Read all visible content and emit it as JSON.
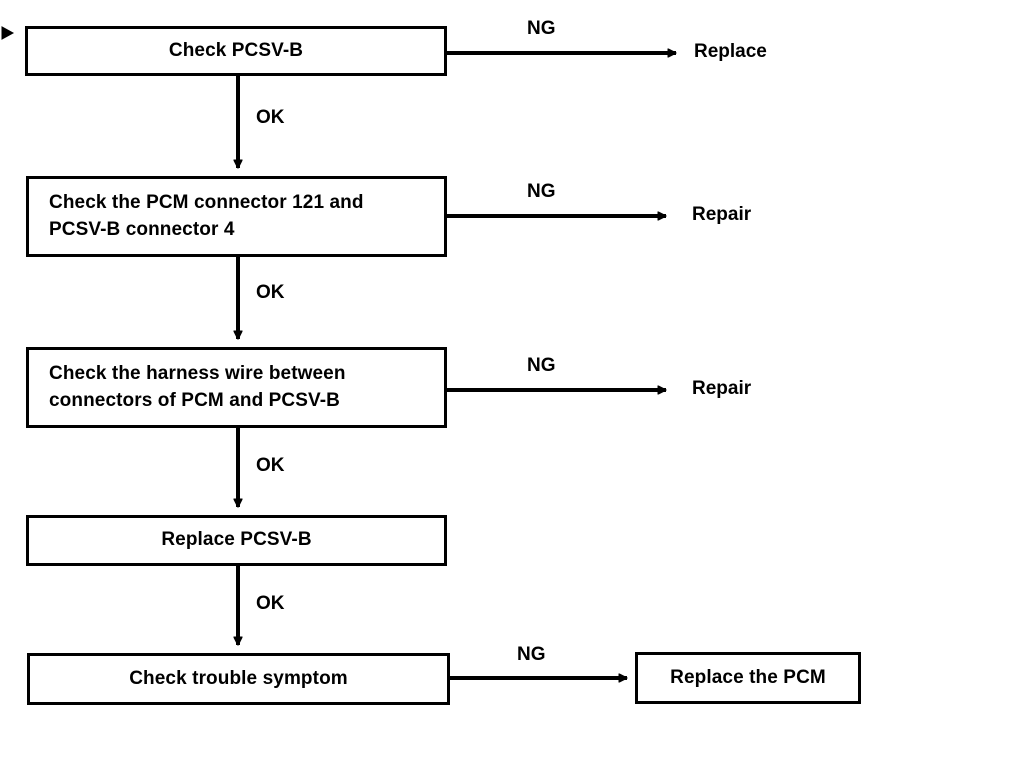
{
  "diagram": {
    "title": "PCSV-B troubleshooting flowchart",
    "stroke_color": "#000000",
    "background_color": "#ffffff"
  },
  "nodes": [
    {
      "id": "check-pcsv-b",
      "label": "Check PCSV-B",
      "align": "center"
    },
    {
      "id": "check-pcm-connector",
      "label": "Check the PCM connector 121 and\nPCSV-B connector 4",
      "align": "left"
    },
    {
      "id": "check-harness-wire",
      "label": "Check the harness wire between\nconnectors of PCM and PCSV-B",
      "align": "left"
    },
    {
      "id": "replace-pcsv-b",
      "label": "Replace PCSV-B",
      "align": "center"
    },
    {
      "id": "check-trouble-symptom",
      "label": "Check trouble symptom",
      "align": "center"
    },
    {
      "id": "replace-the-pcm",
      "label": "Replace the PCM",
      "align": "center"
    }
  ],
  "node_labels": {
    "check_pcsv_b": "Check PCSV-B",
    "check_pcm_connector_line1": "Check the PCM connector 121 and",
    "check_pcm_connector_line2": "PCSV-B connector 4",
    "check_harness_wire_line1": "Check the harness wire between",
    "check_harness_wire_line2": "connectors of PCM and PCSV-B",
    "replace_pcsv_b": "Replace PCSV-B",
    "check_trouble_symptom": "Check trouble symptom",
    "replace_the_pcm": "Replace the PCM"
  },
  "edge_labels": {
    "ng_1": "NG",
    "ng_2": "NG",
    "ng_3": "NG",
    "ng_4": "NG",
    "ok_1": "OK",
    "ok_2": "OK",
    "ok_3": "OK",
    "ok_4": "OK"
  },
  "terminals": {
    "replace_1": "Replace",
    "repair_2": "Repair",
    "repair_3": "Repair"
  },
  "flow": {
    "branches": [
      {
        "from": "check-pcsv-b",
        "result": "NG",
        "to": "Replace"
      },
      {
        "from": "check-pcsv-b",
        "result": "OK",
        "to": "check-pcm-connector"
      },
      {
        "from": "check-pcm-connector",
        "result": "NG",
        "to": "Repair"
      },
      {
        "from": "check-pcm-connector",
        "result": "OK",
        "to": "check-harness-wire"
      },
      {
        "from": "check-harness-wire",
        "result": "NG",
        "to": "Repair"
      },
      {
        "from": "check-harness-wire",
        "result": "OK",
        "to": "replace-pcsv-b"
      },
      {
        "from": "replace-pcsv-b",
        "result": "OK",
        "to": "check-trouble-symptom"
      },
      {
        "from": "check-trouble-symptom",
        "result": "NG",
        "to": "replace-the-pcm"
      }
    ]
  }
}
